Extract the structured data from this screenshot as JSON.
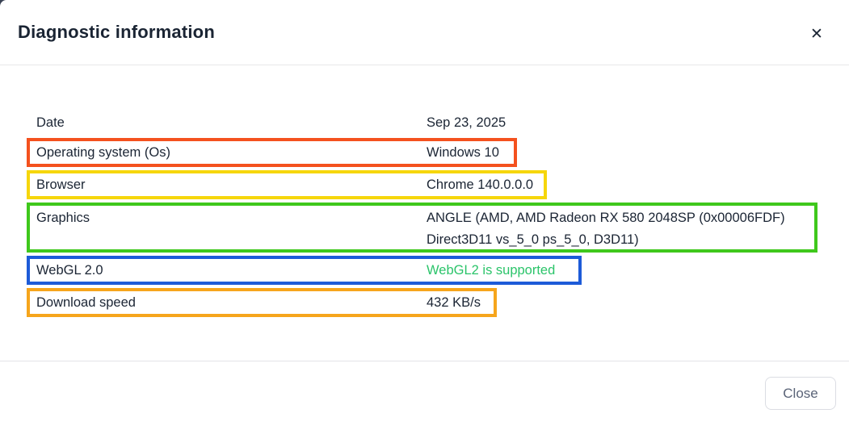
{
  "modal": {
    "title": "Diagnostic information",
    "close_icon": "✕",
    "rows": [
      {
        "label": "Date",
        "value": "Sep 23, 2025",
        "highlight": null
      },
      {
        "label": "Operating system (Os)",
        "value": "Windows 10",
        "highlight": "#f4511e"
      },
      {
        "label": "Browser",
        "value": "Chrome 140.0.0.0",
        "highlight": "#f6d60b"
      },
      {
        "label": "Graphics",
        "value": "ANGLE (AMD, AMD Radeon RX 580 2048SP (0x00006FDF) Direct3D11 vs_5_0 ps_5_0, D3D11)",
        "value_lines": [
          "ANGLE (AMD, AMD Radeon RX 580 2048SP (0x00006FDF)",
          "Direct3D11 vs_5_0 ps_5_0, D3D11)"
        ],
        "highlight": "#3fc81c"
      },
      {
        "label": "WebGL 2.0",
        "value": "WebGL2 is supported",
        "highlight": "#1d5bd8",
        "value_color": "#2bc46a"
      },
      {
        "label": "Download speed",
        "value": "432 KB/s",
        "highlight": "#f6a51c"
      }
    ],
    "footer": {
      "close_button_label": "Close"
    }
  },
  "colors": {
    "text_dark": "#1a2433",
    "supported_green": "#2bc46a",
    "divider": "#e7e7e9",
    "close_button_text": "#5a6377"
  }
}
